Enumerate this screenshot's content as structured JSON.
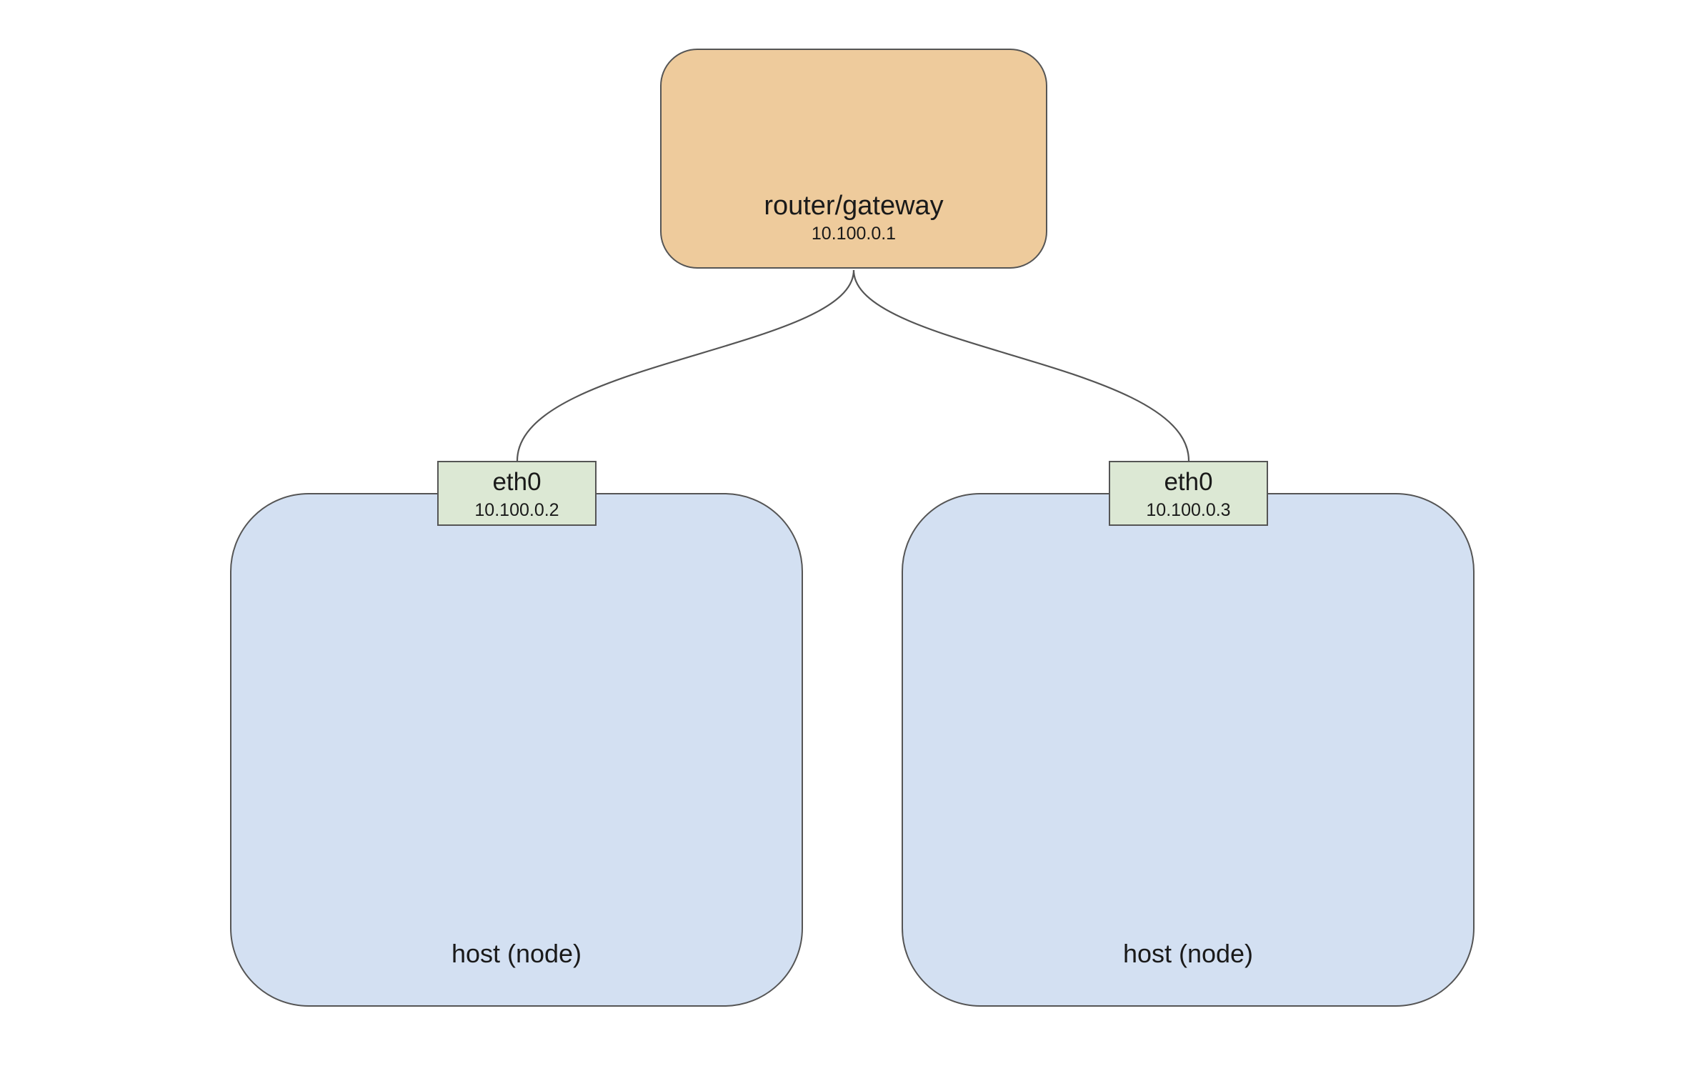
{
  "colors": {
    "router_fill": "#EECB9C",
    "host_fill": "#D3E0F2",
    "interface_fill": "#DCE8D4",
    "stroke": "#555555",
    "background": "#FFFFFF"
  },
  "router": {
    "label": "router/gateway",
    "ip": "10.100.0.1"
  },
  "hosts": [
    {
      "label": "host (node)",
      "interface": {
        "name": "eth0",
        "ip": "10.100.0.2"
      }
    },
    {
      "label": "host (node)",
      "interface": {
        "name": "eth0",
        "ip": "10.100.0.3"
      }
    }
  ]
}
